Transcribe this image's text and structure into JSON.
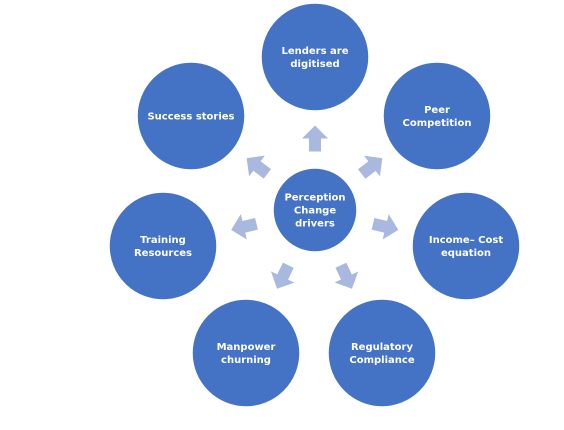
{
  "colors": {
    "circle_fill": "#4472C4",
    "circle_stroke": "#ffffff",
    "arrow_fill": "#A9B8DE",
    "label_color": "#ffffff"
  },
  "center": {
    "label_lines": [
      "Perception",
      "Change",
      "drivers"
    ]
  },
  "nodes": [
    {
      "id": "lenders",
      "label_lines": [
        "Lenders are",
        "digitised"
      ]
    },
    {
      "id": "peer",
      "label_lines": [
        "Peer",
        "Competition"
      ]
    },
    {
      "id": "income",
      "label_lines": [
        "Income– Cost",
        "equation"
      ]
    },
    {
      "id": "regulatory",
      "label_lines": [
        "Regulatory",
        "Compliance"
      ]
    },
    {
      "id": "manpower",
      "label_lines": [
        "Manpower",
        "churning"
      ]
    },
    {
      "id": "training",
      "label_lines": [
        "Training",
        "Resources"
      ]
    },
    {
      "id": "success",
      "label_lines": [
        "Success stories"
      ]
    }
  ],
  "arrows": [
    {
      "id": "to-lenders",
      "icon": "arrow-icon"
    },
    {
      "id": "to-peer",
      "icon": "arrow-icon"
    },
    {
      "id": "to-income",
      "icon": "arrow-icon"
    },
    {
      "id": "to-regulatory",
      "icon": "arrow-icon"
    },
    {
      "id": "to-manpower",
      "icon": "arrow-icon"
    },
    {
      "id": "to-training",
      "icon": "arrow-icon"
    },
    {
      "id": "to-success",
      "icon": "arrow-icon"
    }
  ]
}
